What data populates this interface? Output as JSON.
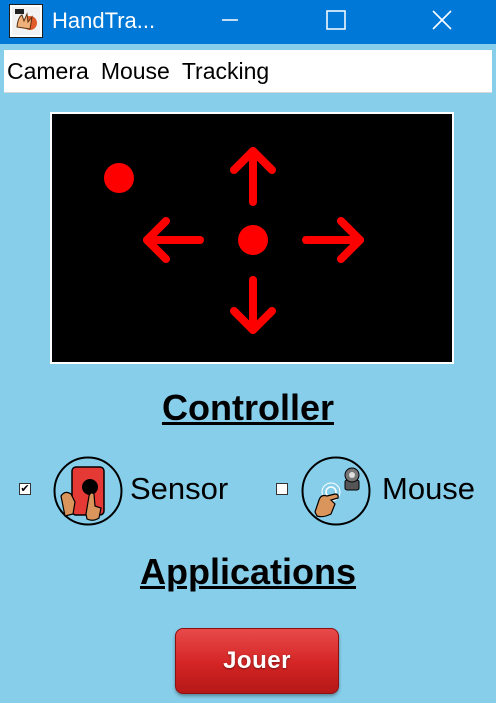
{
  "window": {
    "title": "HandTra...",
    "icons": {
      "app": "handtracker-app-icon",
      "minimize": "minimize-icon",
      "maximize": "maximize-icon",
      "close": "close-icon"
    }
  },
  "menu": {
    "items": [
      {
        "label": "Camera"
      },
      {
        "label": "Mouse"
      },
      {
        "label": "Tracking"
      }
    ]
  },
  "camera_view": {
    "icons": [
      "tracking-dot-icon",
      "arrow-up-icon",
      "arrow-down-icon",
      "arrow-left-icon",
      "arrow-right-icon",
      "center-dot-icon"
    ],
    "marker_color": "#FF0000"
  },
  "controller": {
    "heading": "Controller",
    "options": [
      {
        "label": "Sensor",
        "checked": true,
        "checkmark": "✔",
        "icon": "hand-tablet-touch-icon"
      },
      {
        "label": "Mouse",
        "checked": false,
        "checkmark": "",
        "icon": "hand-webcam-mouse-icon"
      }
    ]
  },
  "applications": {
    "heading": "Applications",
    "play_button": "Jouer"
  },
  "colors": {
    "background": "#87CEEB",
    "titlebar": "#0078D7",
    "button_red": "#D42424"
  }
}
